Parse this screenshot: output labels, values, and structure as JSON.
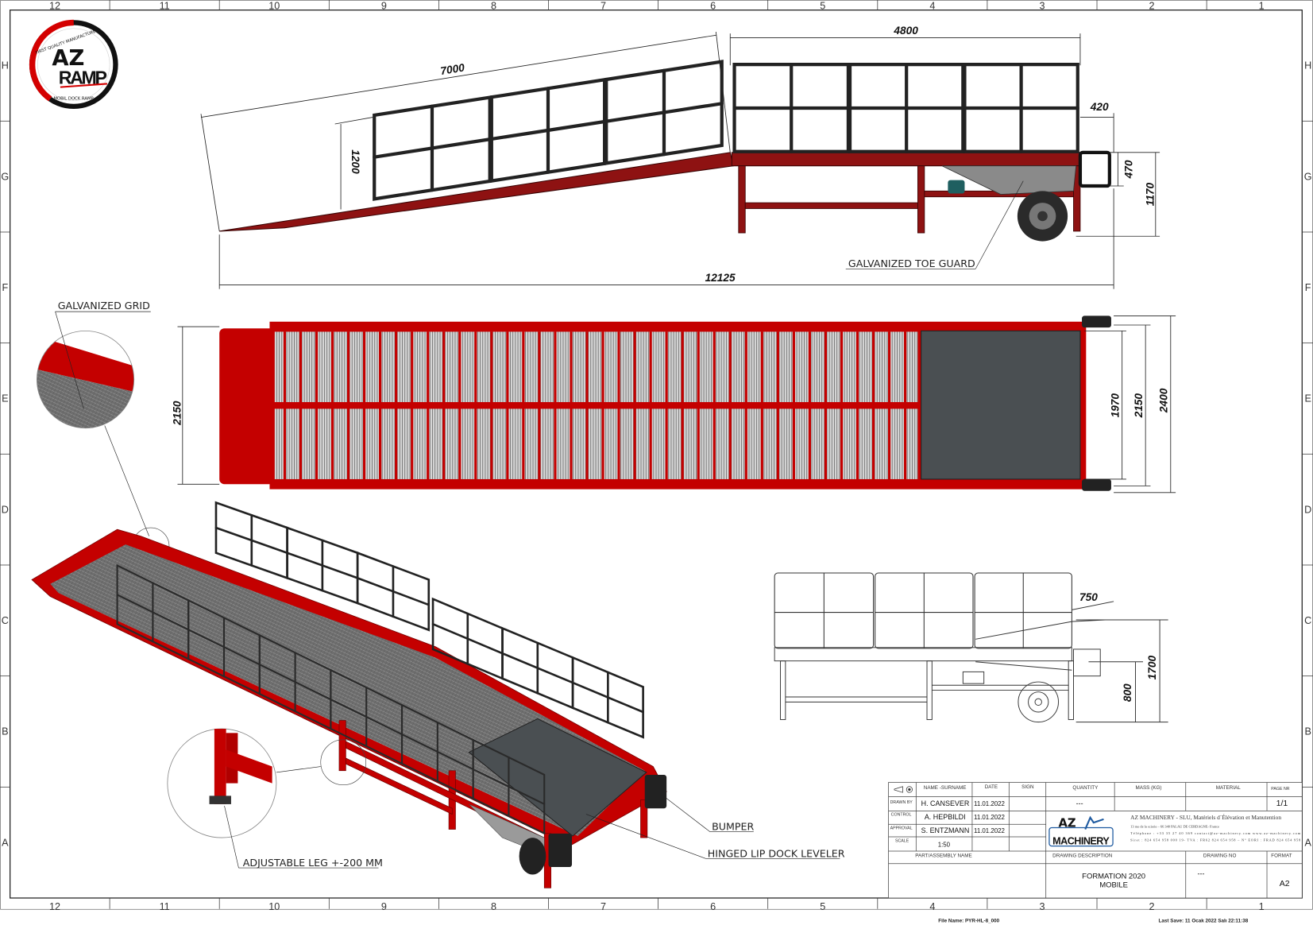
{
  "sheet": {
    "columns": [
      "12",
      "11",
      "10",
      "9",
      "8",
      "7",
      "6",
      "5",
      "4",
      "3",
      "2",
      "1"
    ],
    "rows": [
      "H",
      "G",
      "F",
      "E",
      "D",
      "C",
      "B",
      "A"
    ]
  },
  "logo": {
    "brand_top": "AZ",
    "brand_bottom": "RAMP",
    "ring_top": "FIRST QUALITY MANUFACTURE",
    "ring_bottom": "MOBIL DOCK RAMP"
  },
  "side_view": {
    "dims": {
      "ramp_length": "7000",
      "rail_height": "1200",
      "platform_length": "4800",
      "bumper_offset": "420",
      "bumper_height": "470",
      "platform_height": "1170",
      "overall_length": "12125"
    },
    "callout": "GALVANIZED TOE GUARD"
  },
  "top_view": {
    "dims": {
      "ramp_width": "2150",
      "plate_width": "1970",
      "frame_width": "2150",
      "overall_width": "2400"
    }
  },
  "detail": {
    "grid_callout": "GALVANIZED GRID"
  },
  "iso_view": {
    "callouts": {
      "bumper": "BUMPER",
      "lip": "HINGED LIP DOCK LEVELER",
      "leg": "ADJUSTABLE LEG +-200 MM"
    }
  },
  "front_view": {
    "dims": {
      "lip_length": "750",
      "lip_height": "1700",
      "deck_height": "800"
    }
  },
  "title_block": {
    "headers": {
      "name": "NAME -SURNAME",
      "date": "DATE",
      "sign": "SIGN",
      "quantity": "QUANTITY",
      "mass": "MASS (KG)",
      "material": "MATERIAL",
      "page": "PAGE NR",
      "part": "PART/ASSEMBLY NAME",
      "description": "DRAWING DESCRIPTION",
      "drawing_no": "DRAWING NO",
      "format": "FORMAT"
    },
    "rows": [
      {
        "role": "DRAWN BY",
        "name": "H. CANSEVER",
        "date": "11.01.2022"
      },
      {
        "role": "CONTROL",
        "name": "A. HEPBILDI",
        "date": "11.01.2022"
      },
      {
        "role": "APPROVAL",
        "name": "S. ENTZMANN",
        "date": "11.01.2022"
      }
    ],
    "scale_label": "SCALE",
    "scale": "1:50",
    "quantity": "---",
    "page": "1/1",
    "company": {
      "logo_top": "AZ",
      "logo_bottom": "MACHINERY",
      "name": "AZ MACHINERY - SLU, Matériels d´Élévation et Manutention",
      "address": "13 rue de la scierie – 66 340 PALAU DE CERDAGNE- France",
      "contact": "Téléphone : +33 35 27 40 369   contact@az-machinery.com   www.az-machinery.com",
      "registration": "Siret : 824 654 958 000 19- TVA : FR62 824 654 958 – N° EORI : FRAD 824 654 958"
    },
    "description_line1": "FORMATION 2020",
    "description_line2": "MOBILE",
    "drawing_no": "---",
    "format": "A2"
  },
  "footer": {
    "file_name": "File Name: PYR-HL-8_000",
    "last_save": "Last Save: 11 Ocak 2022 Salı 22:11:38"
  },
  "colors": {
    "frame_red": "#c40000",
    "side_red": "#8e1212",
    "plate_gray": "#4a4f52",
    "rail": "#222222"
  }
}
